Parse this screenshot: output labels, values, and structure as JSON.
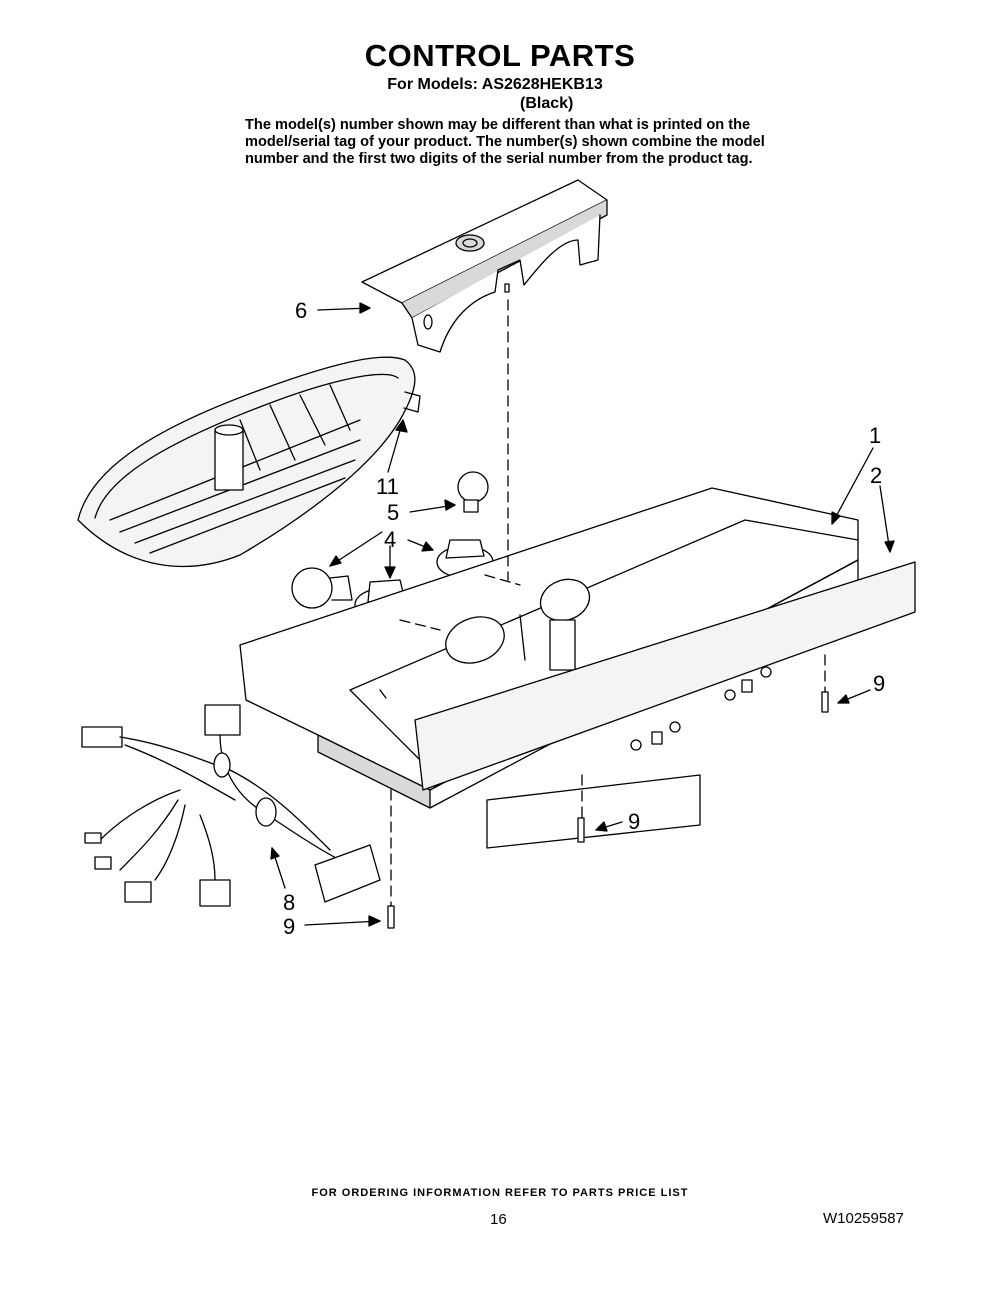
{
  "header": {
    "title": "CONTROL PARTS",
    "models": "For Models: AS2628HEKB13",
    "variant": "(Black)",
    "disclaimer": "The model(s) number shown may be different than what is printed on the model/serial tag of your product. The number(s) shown combine the model number and the first two digits of the serial number from the product tag."
  },
  "callouts": {
    "c1": "1",
    "c2": "2",
    "c4": "4",
    "c5": "5",
    "c6": "6",
    "c8": "8",
    "c9a": "9",
    "c9b": "9",
    "c9c": "9",
    "c11": "11"
  },
  "footer": {
    "note": "FOR ORDERING INFORMATION REFER TO PARTS PRICE LIST",
    "page_number": "16",
    "doc_number": "W10259587"
  },
  "colors": {
    "ink": "#000000",
    "paper": "#ffffff",
    "shade": "#d9d9d9"
  }
}
